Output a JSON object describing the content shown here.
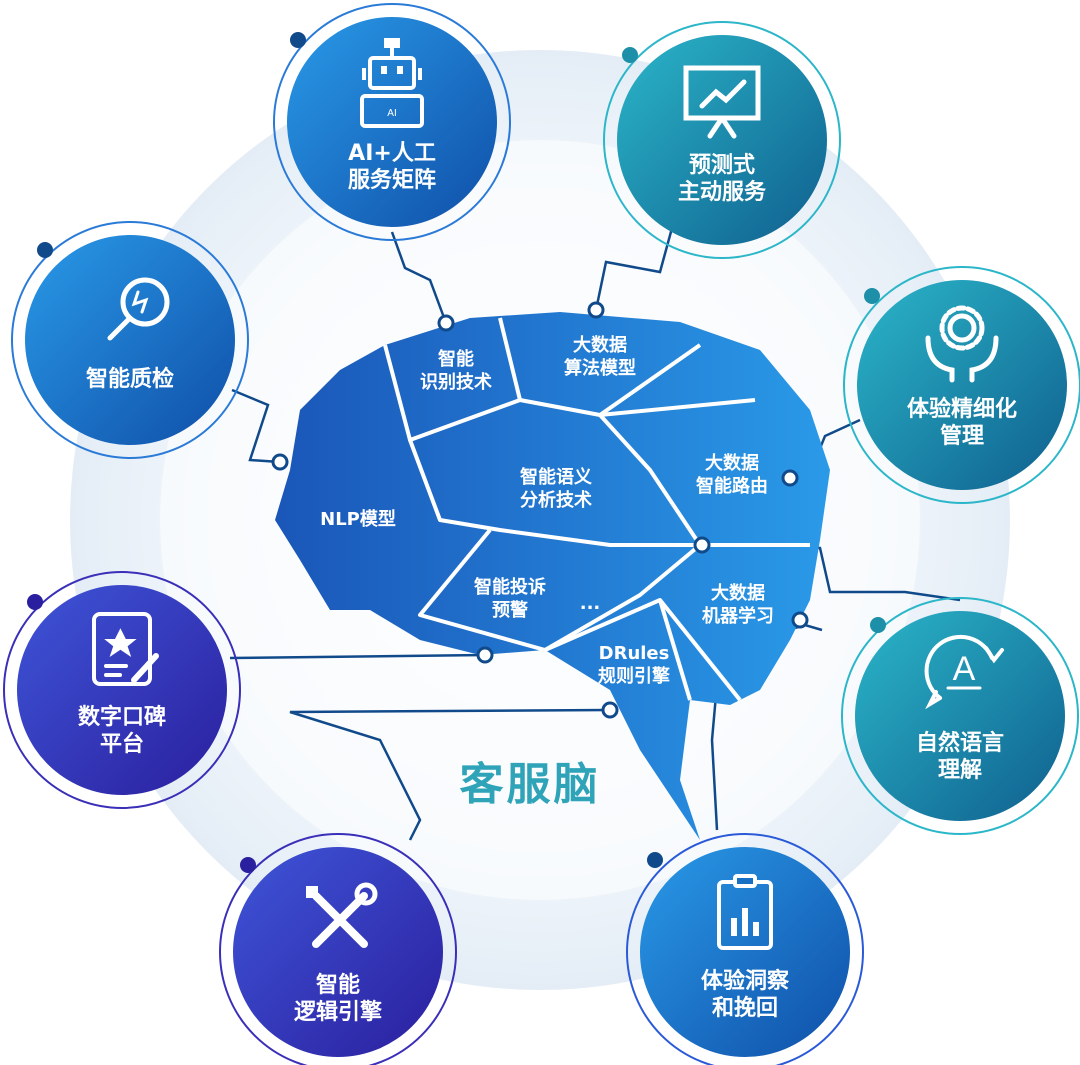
{
  "center_title": "客服脑",
  "colors": {
    "center_title": "#2fa3b8",
    "halo": "#eef3f8",
    "brain_blue": "#1f6fd0",
    "brain_light": "#2a8fe0",
    "node_blue": "#1770c4",
    "node_teal": "#1d8fa8",
    "node_violet": "#3a2fb8",
    "line": "#114a8a"
  },
  "nodes": [
    {
      "id": "ai-service",
      "label": "AI+人工\n服务矩阵",
      "icon": "robot-icon",
      "icon_text": "AI"
    },
    {
      "id": "predictive",
      "label": "预测式\n主动服务",
      "icon": "presentation-chart-icon"
    },
    {
      "id": "quality",
      "label": "智能质检",
      "icon": "magnifier-icon"
    },
    {
      "id": "experience-mgmt",
      "label": "体验精细化\n管理",
      "icon": "gear-hands-icon"
    },
    {
      "id": "nlu",
      "label": "自然语言\n理解",
      "icon": "language-icon",
      "icon_text": "A"
    },
    {
      "id": "reputation",
      "label": "数字口碑\n平台",
      "icon": "review-icon"
    },
    {
      "id": "logic",
      "label": "智能\n逻辑引擎",
      "icon": "tools-icon"
    },
    {
      "id": "insight",
      "label": "体验洞察\n和挽回",
      "icon": "report-icon"
    }
  ],
  "brain_segments": [
    {
      "id": "recognition",
      "label": "智能\n识别技术"
    },
    {
      "id": "algorithm",
      "label": "大数据\n算法模型"
    },
    {
      "id": "routing",
      "label": "大数据\n智能路由"
    },
    {
      "id": "semantic",
      "label": "智能语义\n分析技术"
    },
    {
      "id": "nlp",
      "label": "NLP模型"
    },
    {
      "id": "complaint",
      "label": "智能投诉\n预警"
    },
    {
      "id": "more",
      "label": "..."
    },
    {
      "id": "ml",
      "label": "大数据\n机器学习"
    },
    {
      "id": "drules",
      "label": "DRules\n规则引擎"
    }
  ]
}
